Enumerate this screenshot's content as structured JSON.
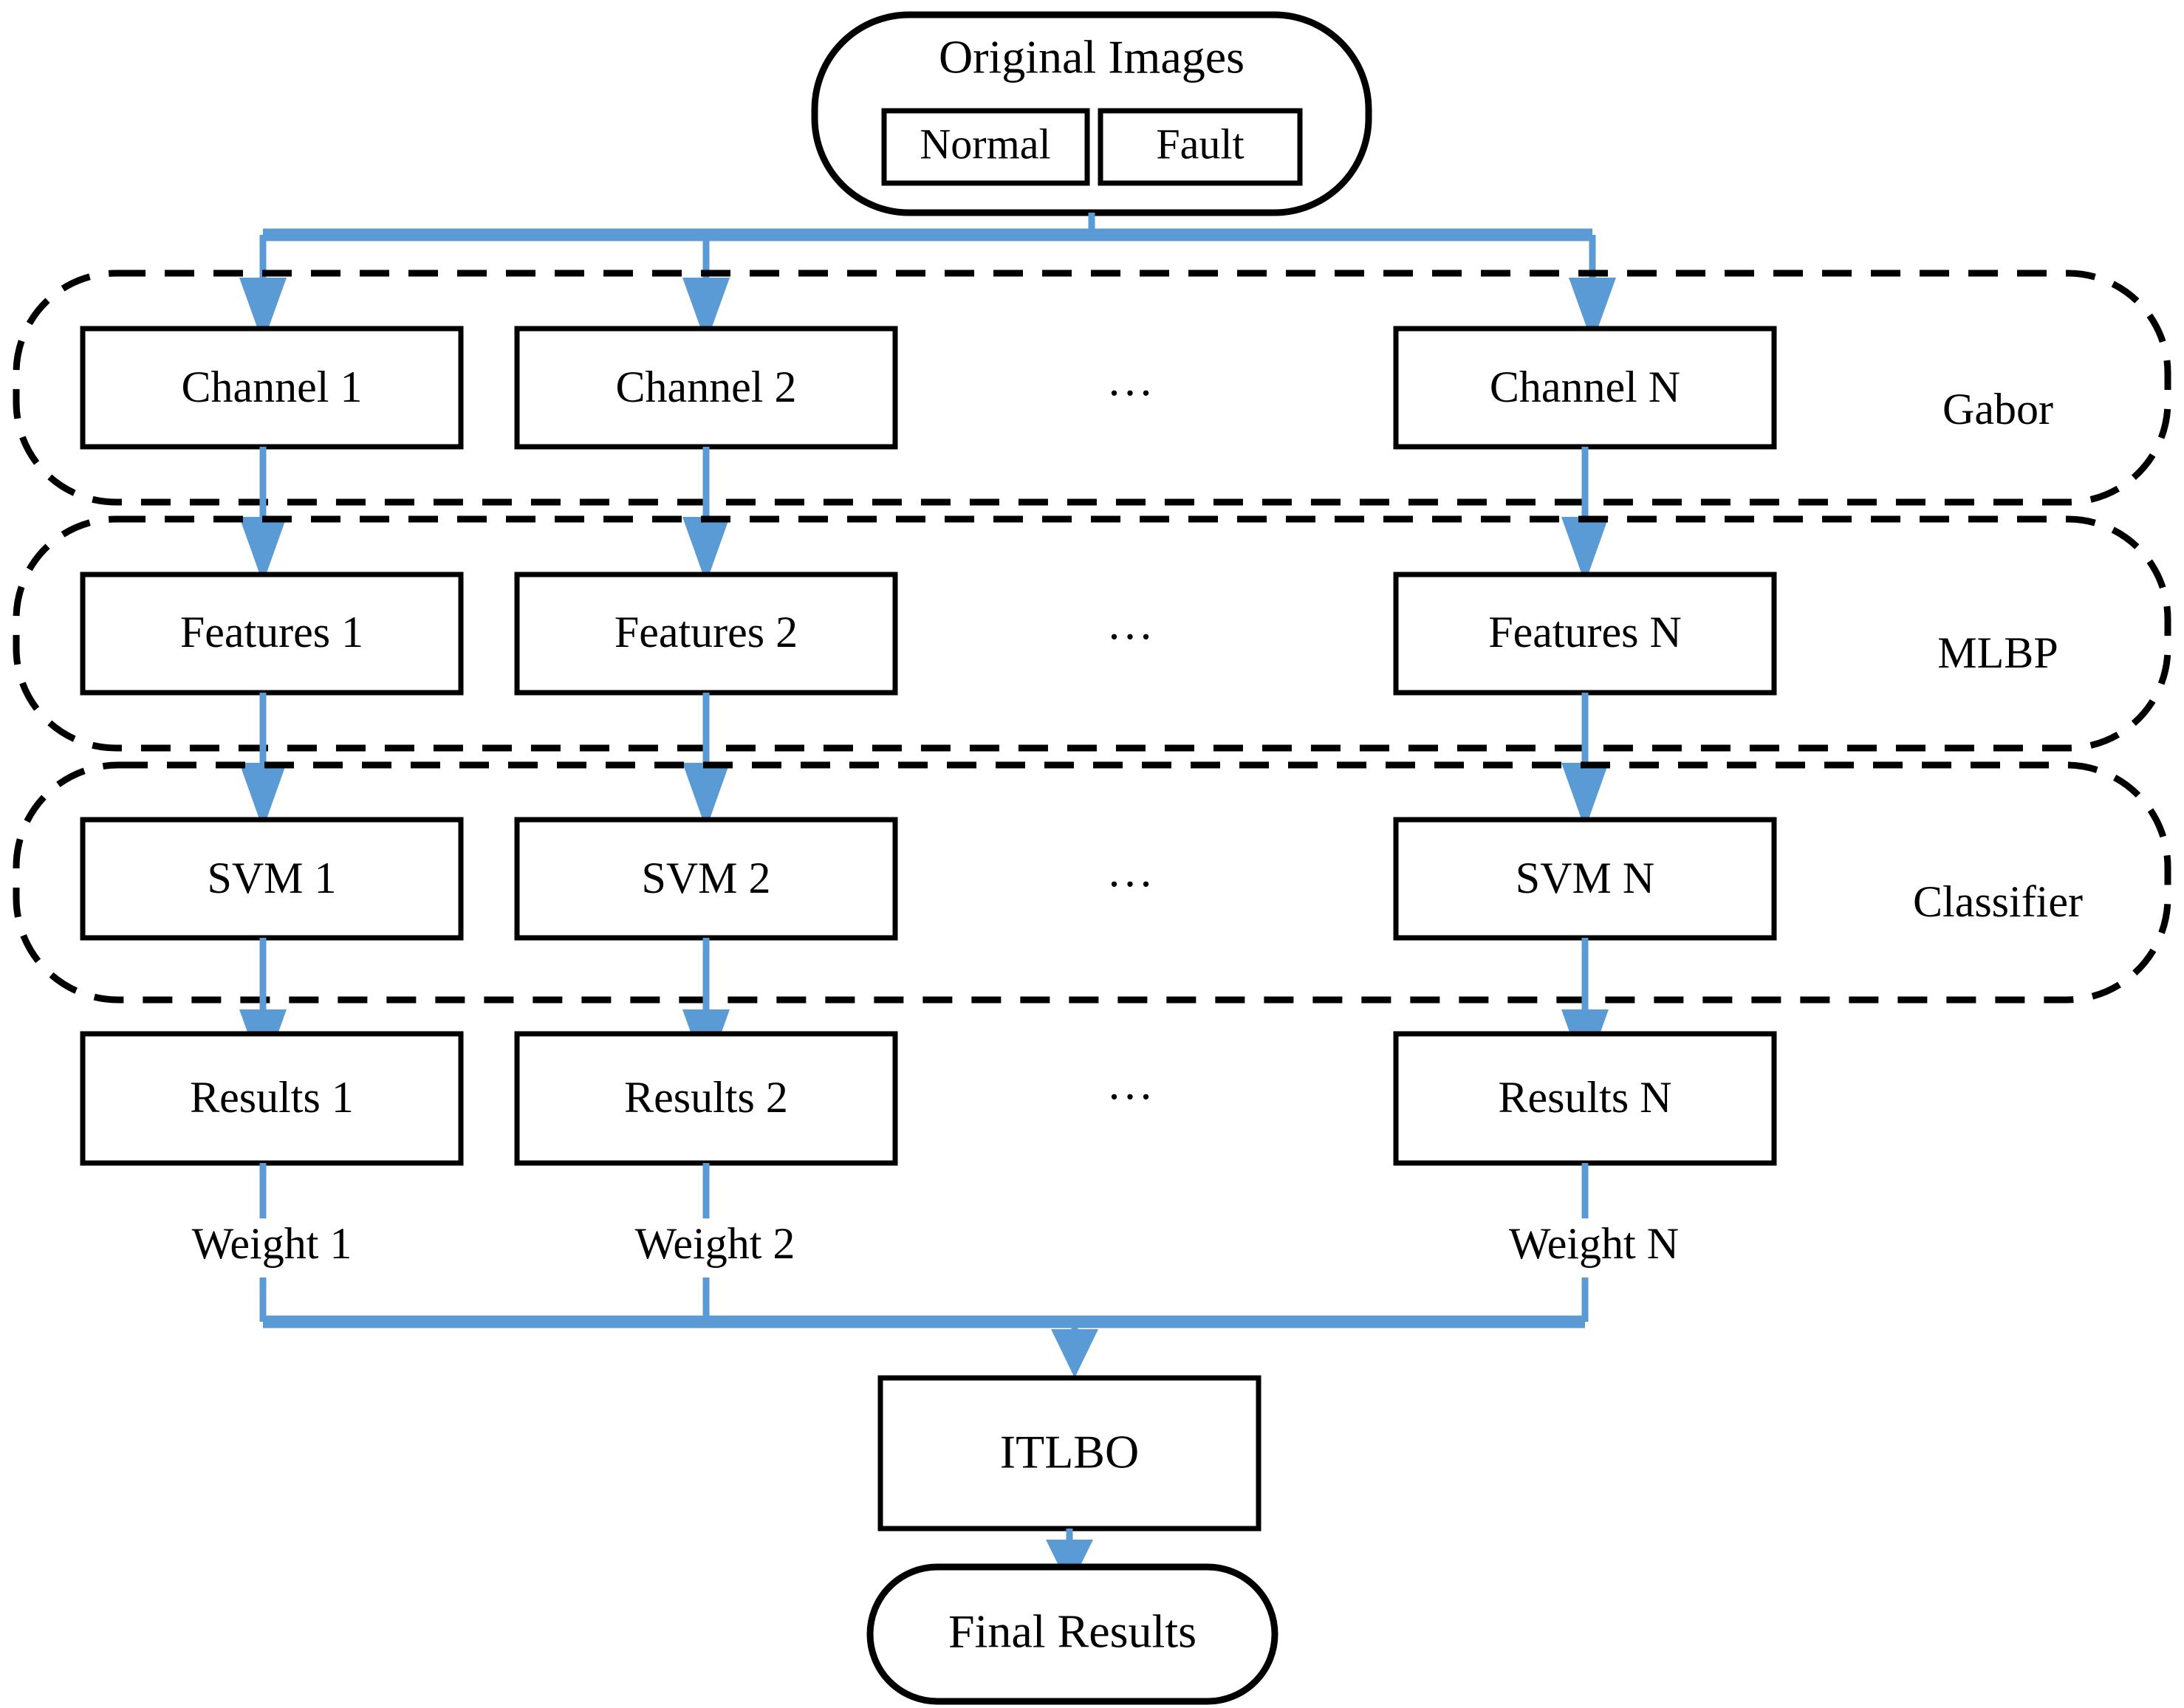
{
  "diagram": {
    "title": "Multi-channel Gabor-MLBP-SVM ensemble fault diagnosis flowchart",
    "accent_color": "#5B9BD5",
    "stroke_color": "#000000",
    "background_color": "#FFFFFF",
    "source": {
      "label": "Original Images",
      "classes": [
        {
          "label": "Normal"
        },
        {
          "label": "Fault"
        }
      ]
    },
    "stages": [
      {
        "key": "gabor",
        "group_label": "Gabor",
        "nodes": [
          {
            "label": "Channel 1"
          },
          {
            "label": "Channel 2"
          },
          {
            "label": "Channel N"
          }
        ],
        "ellipsis": "..."
      },
      {
        "key": "mlbp",
        "group_label": "MLBP",
        "nodes": [
          {
            "label": "Features 1"
          },
          {
            "label": "Features  2"
          },
          {
            "label": "Features N"
          }
        ],
        "ellipsis": "..."
      },
      {
        "key": "classifier",
        "group_label": "Classifier",
        "nodes": [
          {
            "label": "SVM 1"
          },
          {
            "label": "SVM 2"
          },
          {
            "label": "SVM N"
          }
        ],
        "ellipsis": "..."
      },
      {
        "key": "results",
        "group_label": "",
        "nodes": [
          {
            "label": "Results 1"
          },
          {
            "label": "Results 2"
          },
          {
            "label": "Results N"
          }
        ],
        "ellipsis": "..."
      }
    ],
    "weights": [
      {
        "label": "Weight 1"
      },
      {
        "label": "Weight 2"
      },
      {
        "label": "Weight N"
      }
    ],
    "fusion": {
      "label": "ITLBO"
    },
    "output": {
      "label": "Final Results"
    }
  }
}
